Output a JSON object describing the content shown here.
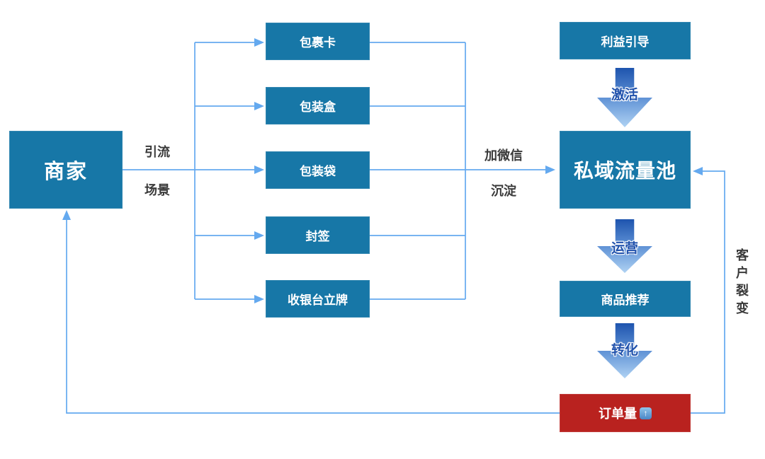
{
  "diagram": {
    "merchant_label": "商家",
    "labels": {
      "traffic_1": "引流",
      "traffic_2": "场景",
      "wechat_1": "加微信",
      "wechat_2": "沉淀",
      "fission_vertical": "客户裂变"
    },
    "touchpoints": [
      {
        "label": "包裹卡"
      },
      {
        "label": "包装盒"
      },
      {
        "label": "包装袋"
      },
      {
        "label": "封签"
      },
      {
        "label": "收银台立牌"
      }
    ],
    "funnel": {
      "benefit_label": "利益引导",
      "pool_label": "私域流量池",
      "recommend_label": "商品推荐",
      "orders_label": "订单量",
      "orders_up_icon": "↑",
      "step_arrows": [
        {
          "label": "激活"
        },
        {
          "label": "运营"
        },
        {
          "label": "转化"
        }
      ]
    },
    "colors": {
      "box_blue": "#1777A7",
      "box_red": "#B9221F",
      "connector_blue": "#64A9EF",
      "gradient_arrow_top": "#1E54AE",
      "gradient_arrow_bottom": "#AFD2F3",
      "step_label_blue": "#2152AC",
      "label_dark": "#3A3A3A"
    }
  }
}
